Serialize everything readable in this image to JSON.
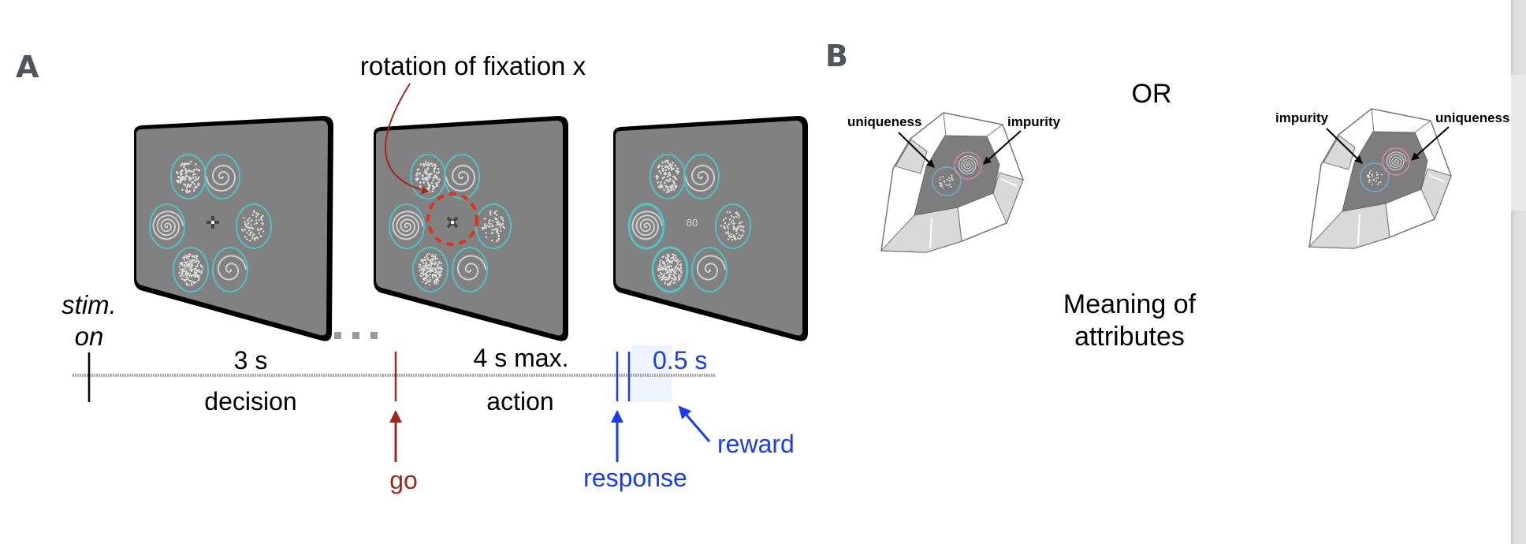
{
  "panel_a": {
    "label": "A",
    "annotation": "rotation of fixation x",
    "screens": [
      {
        "name": "stimulus-screen",
        "center_text": ""
      },
      {
        "name": "go-screen",
        "center_text": ""
      },
      {
        "name": "reward-screen",
        "center_text": "80"
      }
    ],
    "stim_on": [
      "stim.",
      "on"
    ],
    "durations": {
      "decision": "3 s",
      "action": "4 s max.",
      "reward": "0.5 s"
    },
    "phases": {
      "decision": "decision",
      "action": "action"
    },
    "events": {
      "go": "go",
      "response": "response",
      "reward": "reward"
    },
    "colors": {
      "go": "#a0271c",
      "response": "#1a3cf0",
      "stim_tick": "#000000",
      "highlight": "#eef5ff",
      "aperture": "#4fc3c8",
      "screen": "#818181",
      "fixation_ring": "#e0301e"
    }
  },
  "panel_b": {
    "label": "B",
    "or_label": "OR",
    "caption": [
      "Meaning of",
      "attributes"
    ],
    "diagrams": [
      {
        "left_label": "uniqueness",
        "right_label": "impurity"
      },
      {
        "left_label": "impurity",
        "right_label": "uniqueness"
      }
    ],
    "colors": {
      "dots_ring": "#6aaed6",
      "spiral_ring": "#d98aa6",
      "face": "#7d7d7d",
      "side": "#d9d9d9"
    }
  }
}
